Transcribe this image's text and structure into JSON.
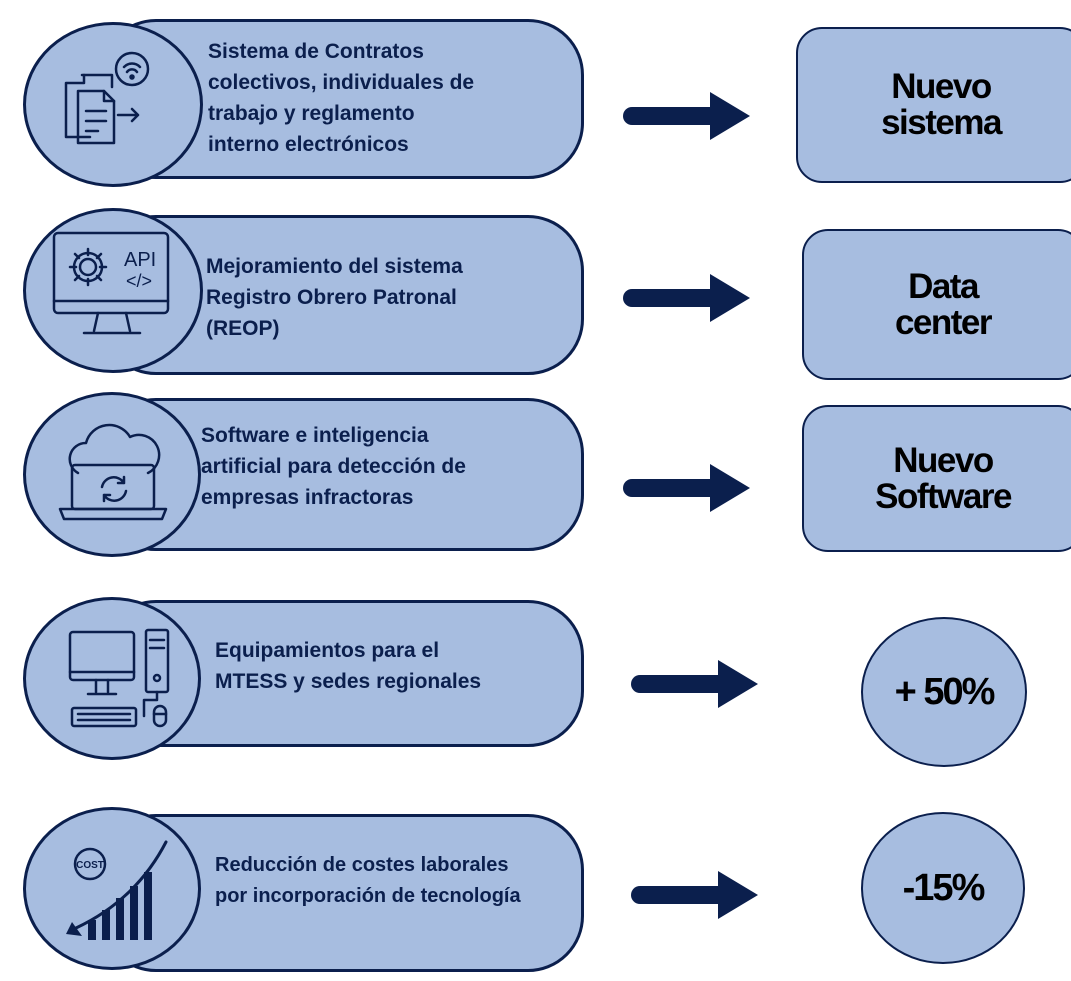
{
  "rows": [
    {
      "icon": "document-wifi-transfer-icon",
      "text": "Sistema de Contratos\ncolectivos, individuales de\ntrabajo y reglamento\ninterno electrónicos",
      "result": "Nuevo\nsistema"
    },
    {
      "icon": "monitor-api-gear-icon",
      "icon_label": "API",
      "icon_code": "</>",
      "text": "Mejoramiento del sistema\nRegistro Obrero Patronal\n(REOP)",
      "result": "Data\ncenter"
    },
    {
      "icon": "cloud-laptop-sync-icon",
      "text": "Software e inteligencia\nartificial para detección de\nempresas infractoras",
      "result": "Nuevo\nSoftware"
    },
    {
      "icon": "desktop-computer-icon",
      "text": "Equipamientos para el\nMTESS y sedes regionales",
      "result": "+ 50%"
    },
    {
      "icon": "cost-decrease-chart-icon",
      "icon_label": "COST",
      "text": "Reducción de costes laborales\npor incorporación de tecnología",
      "result": "-15%"
    }
  ],
  "colors": {
    "fill": "#a7bde0",
    "stroke": "#0b1f4d",
    "arrow": "#0b1f4d"
  }
}
